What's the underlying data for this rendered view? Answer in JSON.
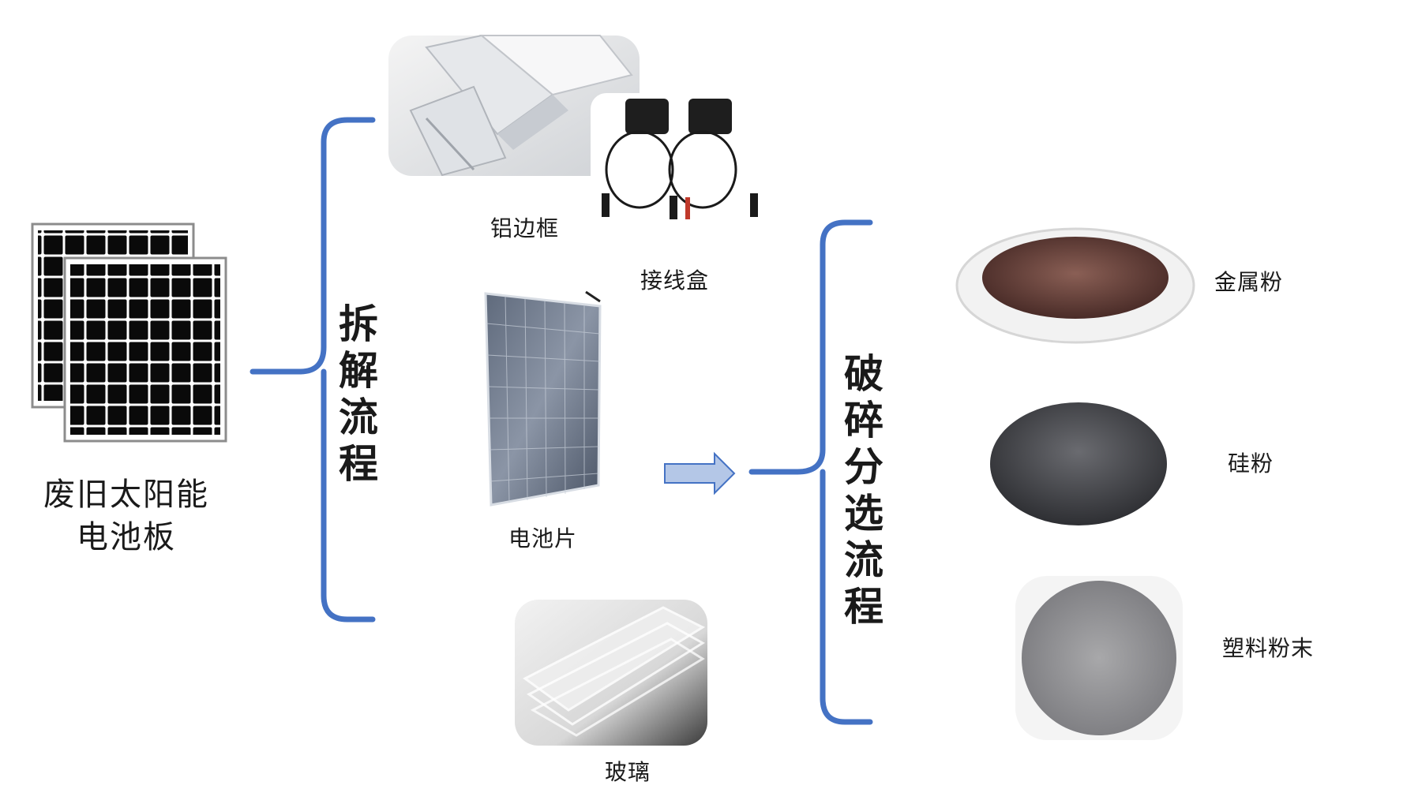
{
  "source": {
    "label_line1": "废旧太阳能",
    "label_line2": "电池板"
  },
  "stage1": {
    "label": "拆解流程"
  },
  "stage2": {
    "label": "破碎分选流程"
  },
  "components": [
    {
      "label": "铝边框"
    },
    {
      "label": "接线盒"
    },
    {
      "label": "电池片"
    },
    {
      "label": "玻璃"
    }
  ],
  "products": [
    {
      "label": "金属粉"
    },
    {
      "label": "硅粉"
    },
    {
      "label": "塑料粉末"
    }
  ],
  "colors": {
    "bracket": "#4472c4",
    "arrow_fill": "#b4c7e7",
    "arrow_stroke": "#4472c4"
  }
}
